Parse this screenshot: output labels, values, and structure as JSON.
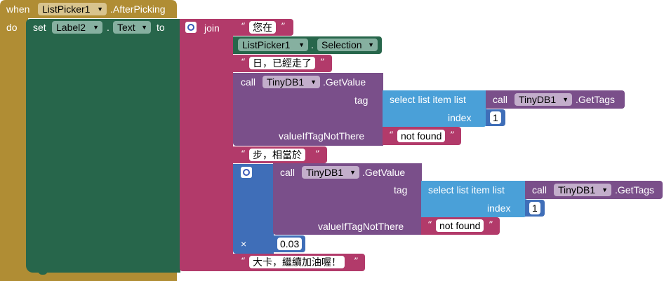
{
  "colors": {
    "event": "#b08d34",
    "setter": "#27664b",
    "text": "#b23a6a",
    "procedure": "#7a4f8a",
    "list": "#4aa0d8",
    "math": "#3f6eb8"
  },
  "event": {
    "when_label": "when",
    "component": "ListPicker1",
    "event_name": ".AfterPicking",
    "do_label": "do"
  },
  "set_block": {
    "set_label": "set",
    "component": "Label2",
    "dot": ".",
    "property": "Text",
    "to_label": "to"
  },
  "join_block": {
    "label": "join",
    "gear_icon": "gear-icon"
  },
  "strings": {
    "s1": "您在",
    "s2": "日，已經走了",
    "s3": "步，相當於",
    "s4": "not found",
    "s5": "not found",
    "s6": "大卡，繼續加油喔！"
  },
  "selection_getter": {
    "component": "ListPicker1",
    "dot": ".",
    "property": "Selection"
  },
  "getvalue1": {
    "call_label": "call",
    "component": "TinyDB1",
    "method": ".GetValue",
    "tag_label": "tag",
    "valueiftag_label": "valueIfTagNotThere"
  },
  "selectlist1": {
    "label": "select list item  list",
    "index_label": "index",
    "index_value": "1"
  },
  "gettags1": {
    "call_label": "call",
    "component": "TinyDB1",
    "method": ".GetTags"
  },
  "multiply": {
    "operator": "×",
    "number": "0.03"
  },
  "getvalue2": {
    "call_label": "call",
    "component": "TinyDB1",
    "method": ".GetValue",
    "tag_label": "tag",
    "valueiftag_label": "valueIfTagNotThere"
  },
  "selectlist2": {
    "label": "select list item  list",
    "index_label": "index",
    "index_value": "1"
  },
  "gettags2": {
    "call_label": "call",
    "component": "TinyDB1",
    "method": ".GetTags"
  },
  "dropdown_icon": "chevron-down-icon",
  "quote_open": "“",
  "quote_close": "”"
}
